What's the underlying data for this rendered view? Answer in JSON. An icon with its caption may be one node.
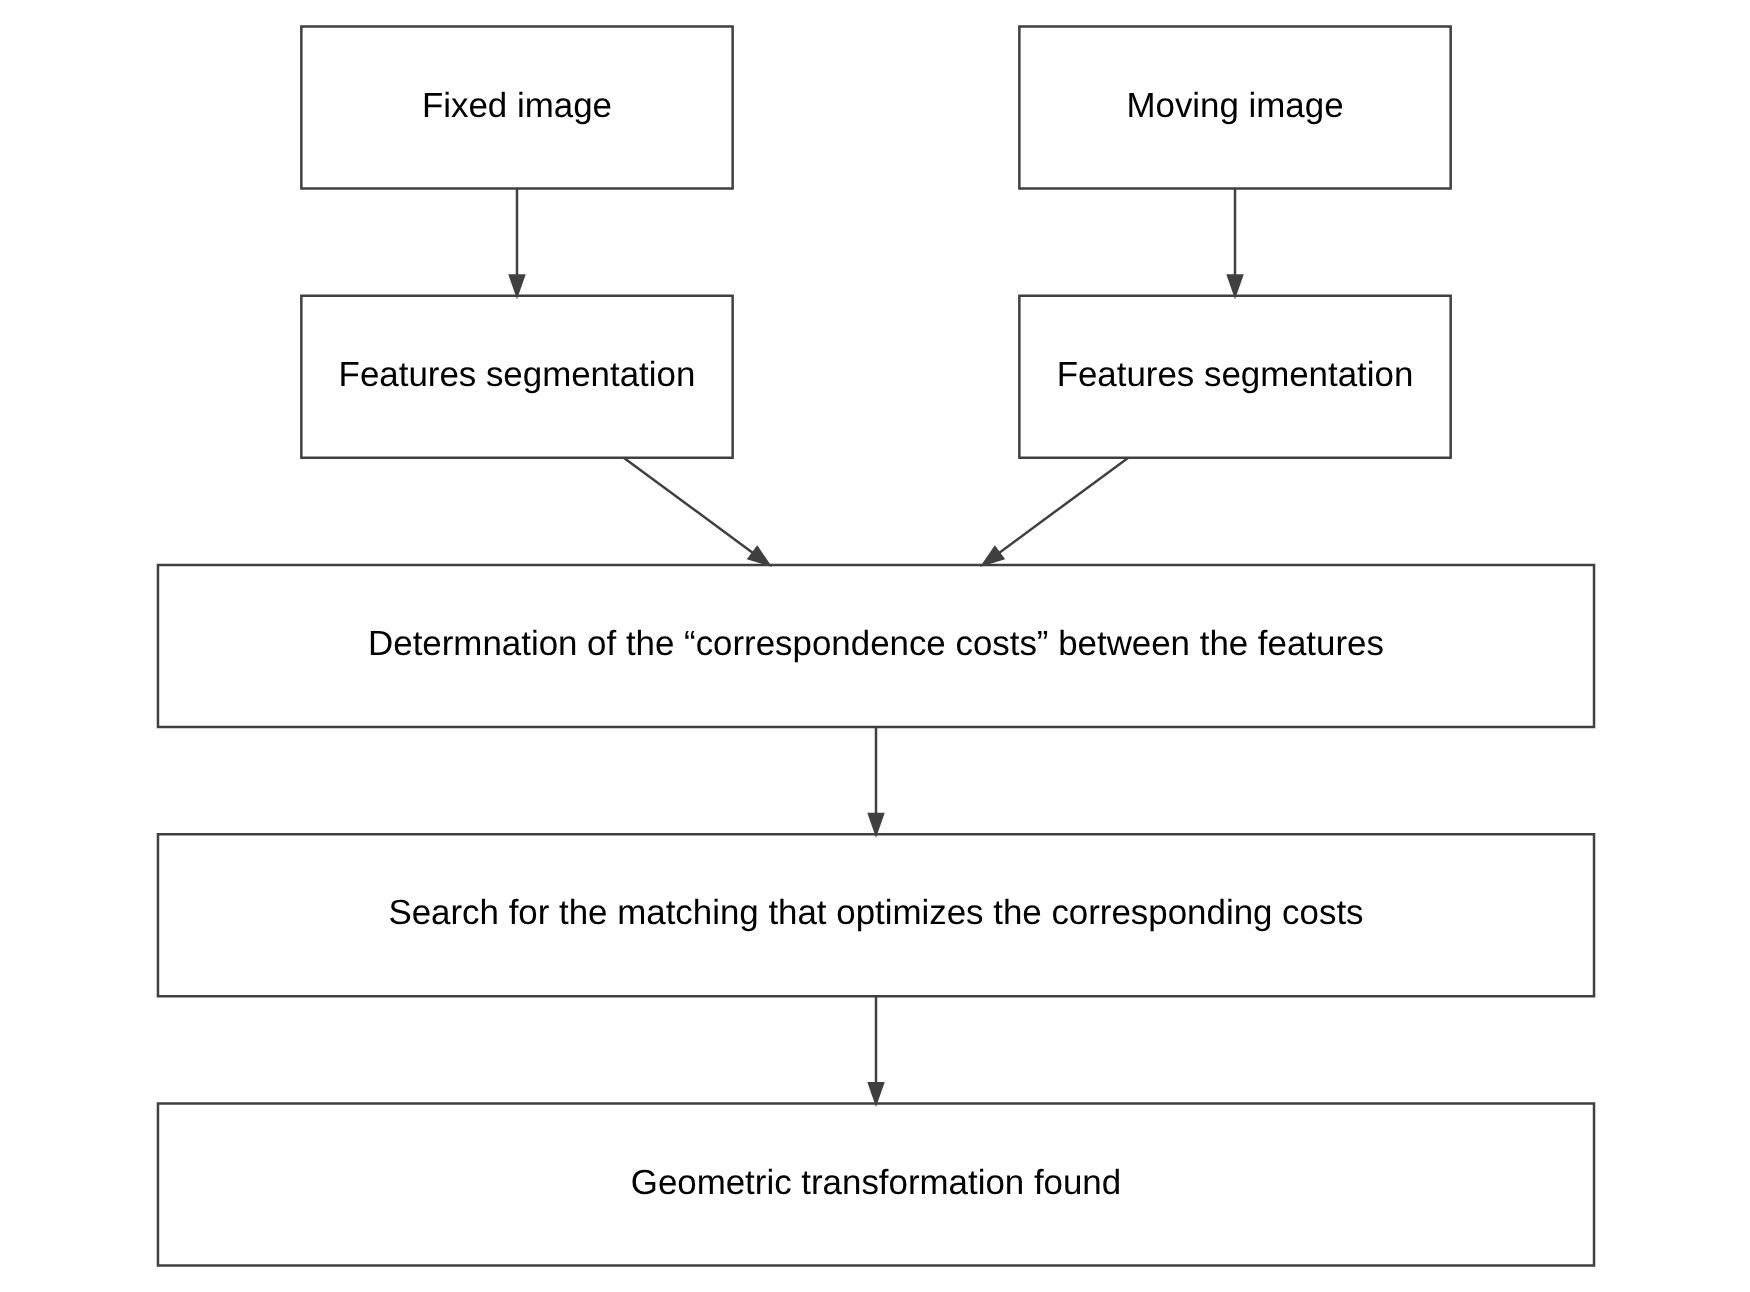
{
  "diagram": {
    "nodes": [
      {
        "text": [
          "Fixed image"
        ]
      },
      {
        "text": [
          "Moving image"
        ]
      },
      {
        "text": [
          "Features segmentation"
        ]
      },
      {
        "text": [
          "Features segmentation"
        ]
      },
      {
        "text": [
          "Determnation of the “correspondence costs” between the features"
        ]
      },
      {
        "text": [
          "Search for the matching that optimizes the corresponding costs"
        ]
      },
      {
        "text": [
          "Geometric transformation found"
        ]
      }
    ],
    "edges": [
      {
        "from": 0,
        "to": 2,
        "arrow": "to"
      },
      {
        "from": 1,
        "to": 3,
        "arrow": "to"
      },
      {
        "from": 2,
        "to": 4,
        "arrow": "to"
      },
      {
        "from": 3,
        "to": 4,
        "arrow": "to"
      },
      {
        "from": 4,
        "to": 5,
        "arrow": "to"
      },
      {
        "from": 5,
        "to": 6,
        "arrow": "to"
      }
    ]
  }
}
